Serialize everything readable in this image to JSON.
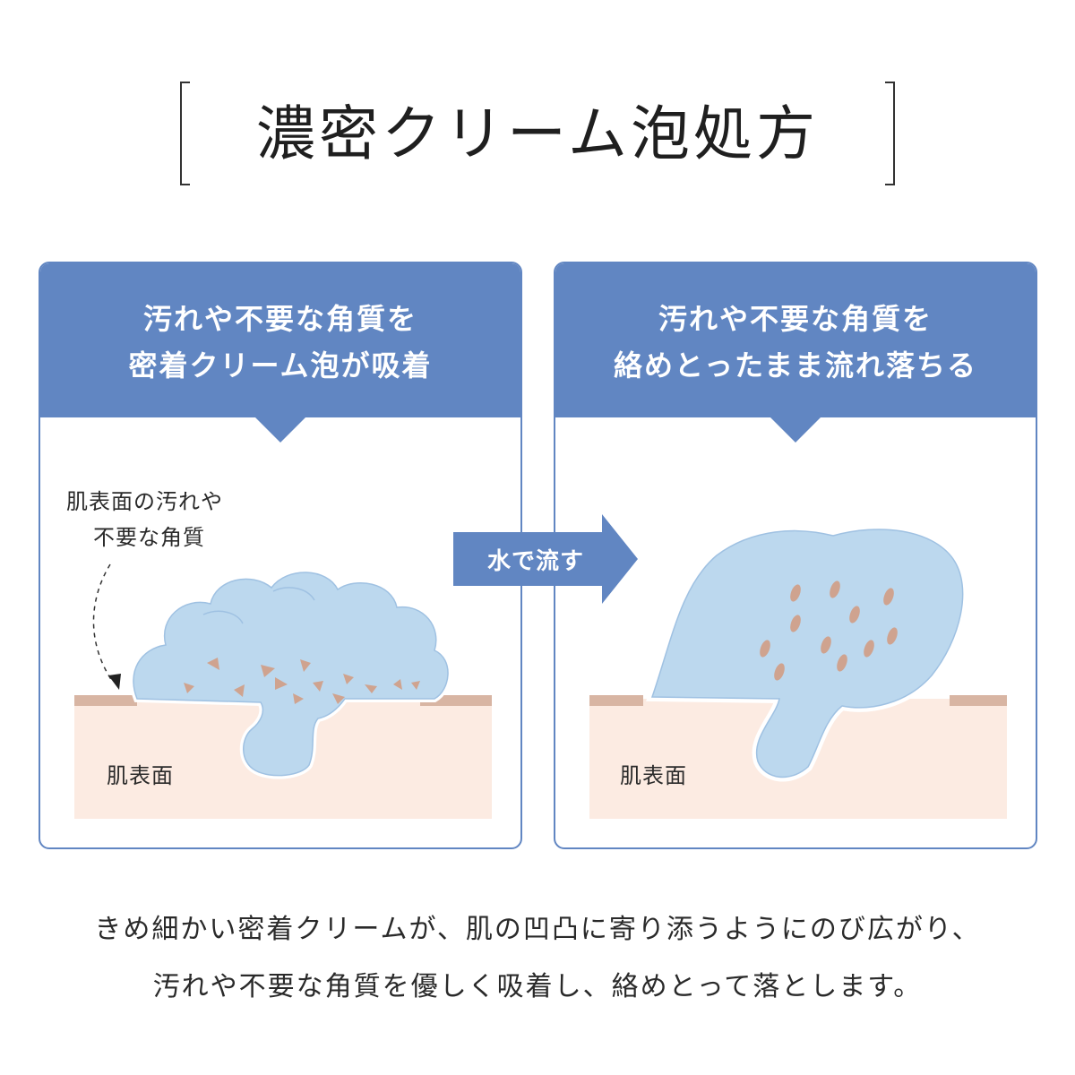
{
  "title": "濃密クリーム泡処方",
  "left_panel": {
    "header_line1": "汚れや不要な角質を",
    "header_line2": "密着クリーム泡が吸着",
    "callout_line1": "肌表面の汚れや",
    "callout_line2": "不要な角質",
    "skin_label": "肌表面"
  },
  "arrow_label": "水で流す",
  "right_panel": {
    "header_line1": "汚れや不要な角質を",
    "header_line2": "絡めとったまま流れ落ちる",
    "skin_label": "肌表面"
  },
  "caption": {
    "line1": "きめ細かい密着クリームが、肌の凹凸に寄り添うようにのび広がり、",
    "line2": "汚れや不要な角質を優しく吸着し、絡めとって落とします。"
  },
  "colors": {
    "accent_blue": "#6186c2",
    "foam_blue": "#bcd8ee",
    "skin": "#fcebe2",
    "skin_top": "#d8b5a3",
    "dirt": "#cfa38f"
  }
}
